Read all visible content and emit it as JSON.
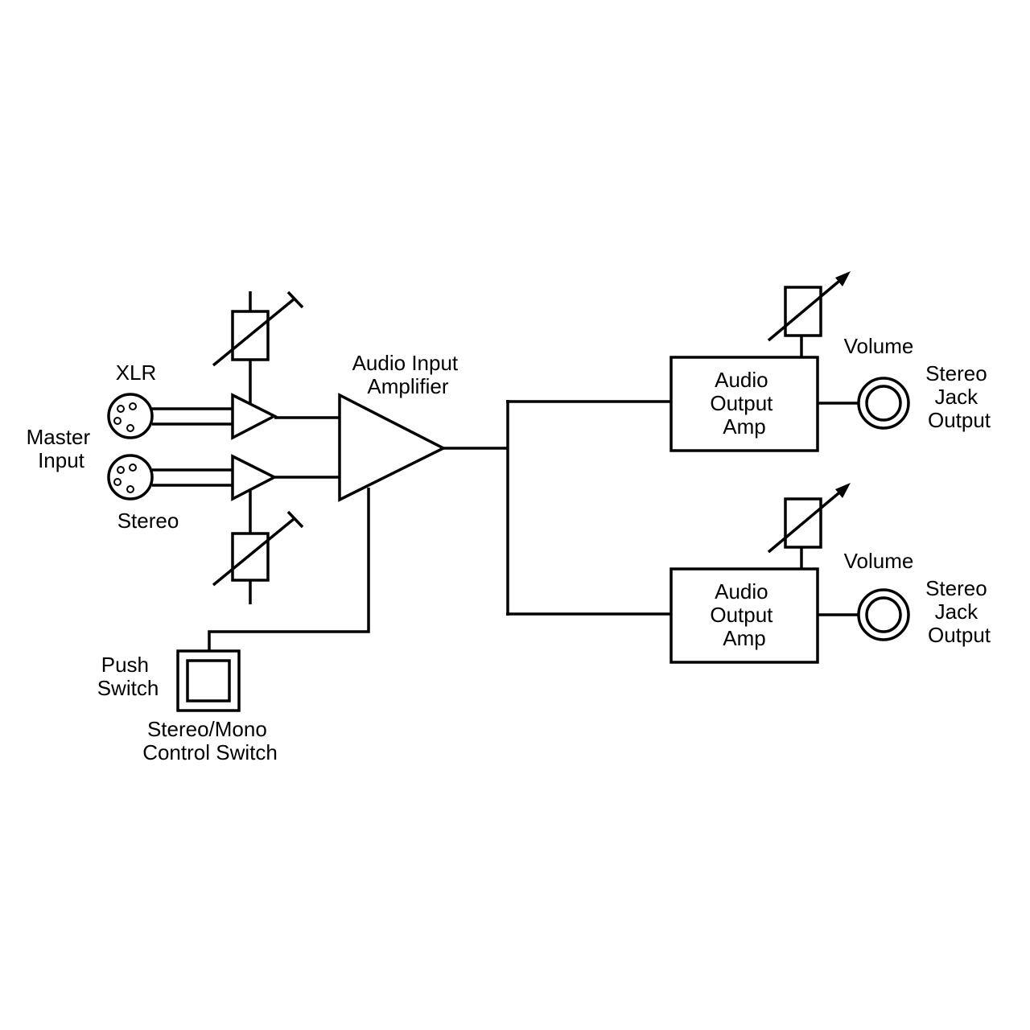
{
  "colors": {
    "line": "#000000",
    "background": "#ffffff"
  },
  "labels": {
    "xlr": "XLR",
    "master_input": [
      "Master",
      "Input"
    ],
    "stereo": "Stereo",
    "audio_input_amplifier": [
      "Audio Input",
      "Amplifier"
    ],
    "push_switch": [
      "Push",
      "Switch"
    ],
    "stereo_mono_switch": [
      "Stereo/Mono",
      "Control Switch"
    ],
    "output_amp_top": [
      "Audio",
      "Output",
      "Amp"
    ],
    "output_amp_bottom": [
      "Audio",
      "Output",
      "Amp"
    ],
    "volume_top": "Volume",
    "volume_bottom": "Volume",
    "jack_top": [
      "Stereo",
      "Jack",
      "Output"
    ],
    "jack_bottom": [
      "Stereo",
      "Jack",
      "Output"
    ]
  },
  "icons": {
    "xlr_connector": "xlr-connector-icon",
    "stereo_connector": "xlr-connector-icon",
    "trim_pot": "variable-resistor-icon",
    "volume_pot": "variable-resistor-icon",
    "preamp": "amplifier-triangle-icon",
    "main_amp": "amplifier-triangle-icon",
    "jack": "jack-socket-icon",
    "push_switch": "push-switch-icon"
  }
}
